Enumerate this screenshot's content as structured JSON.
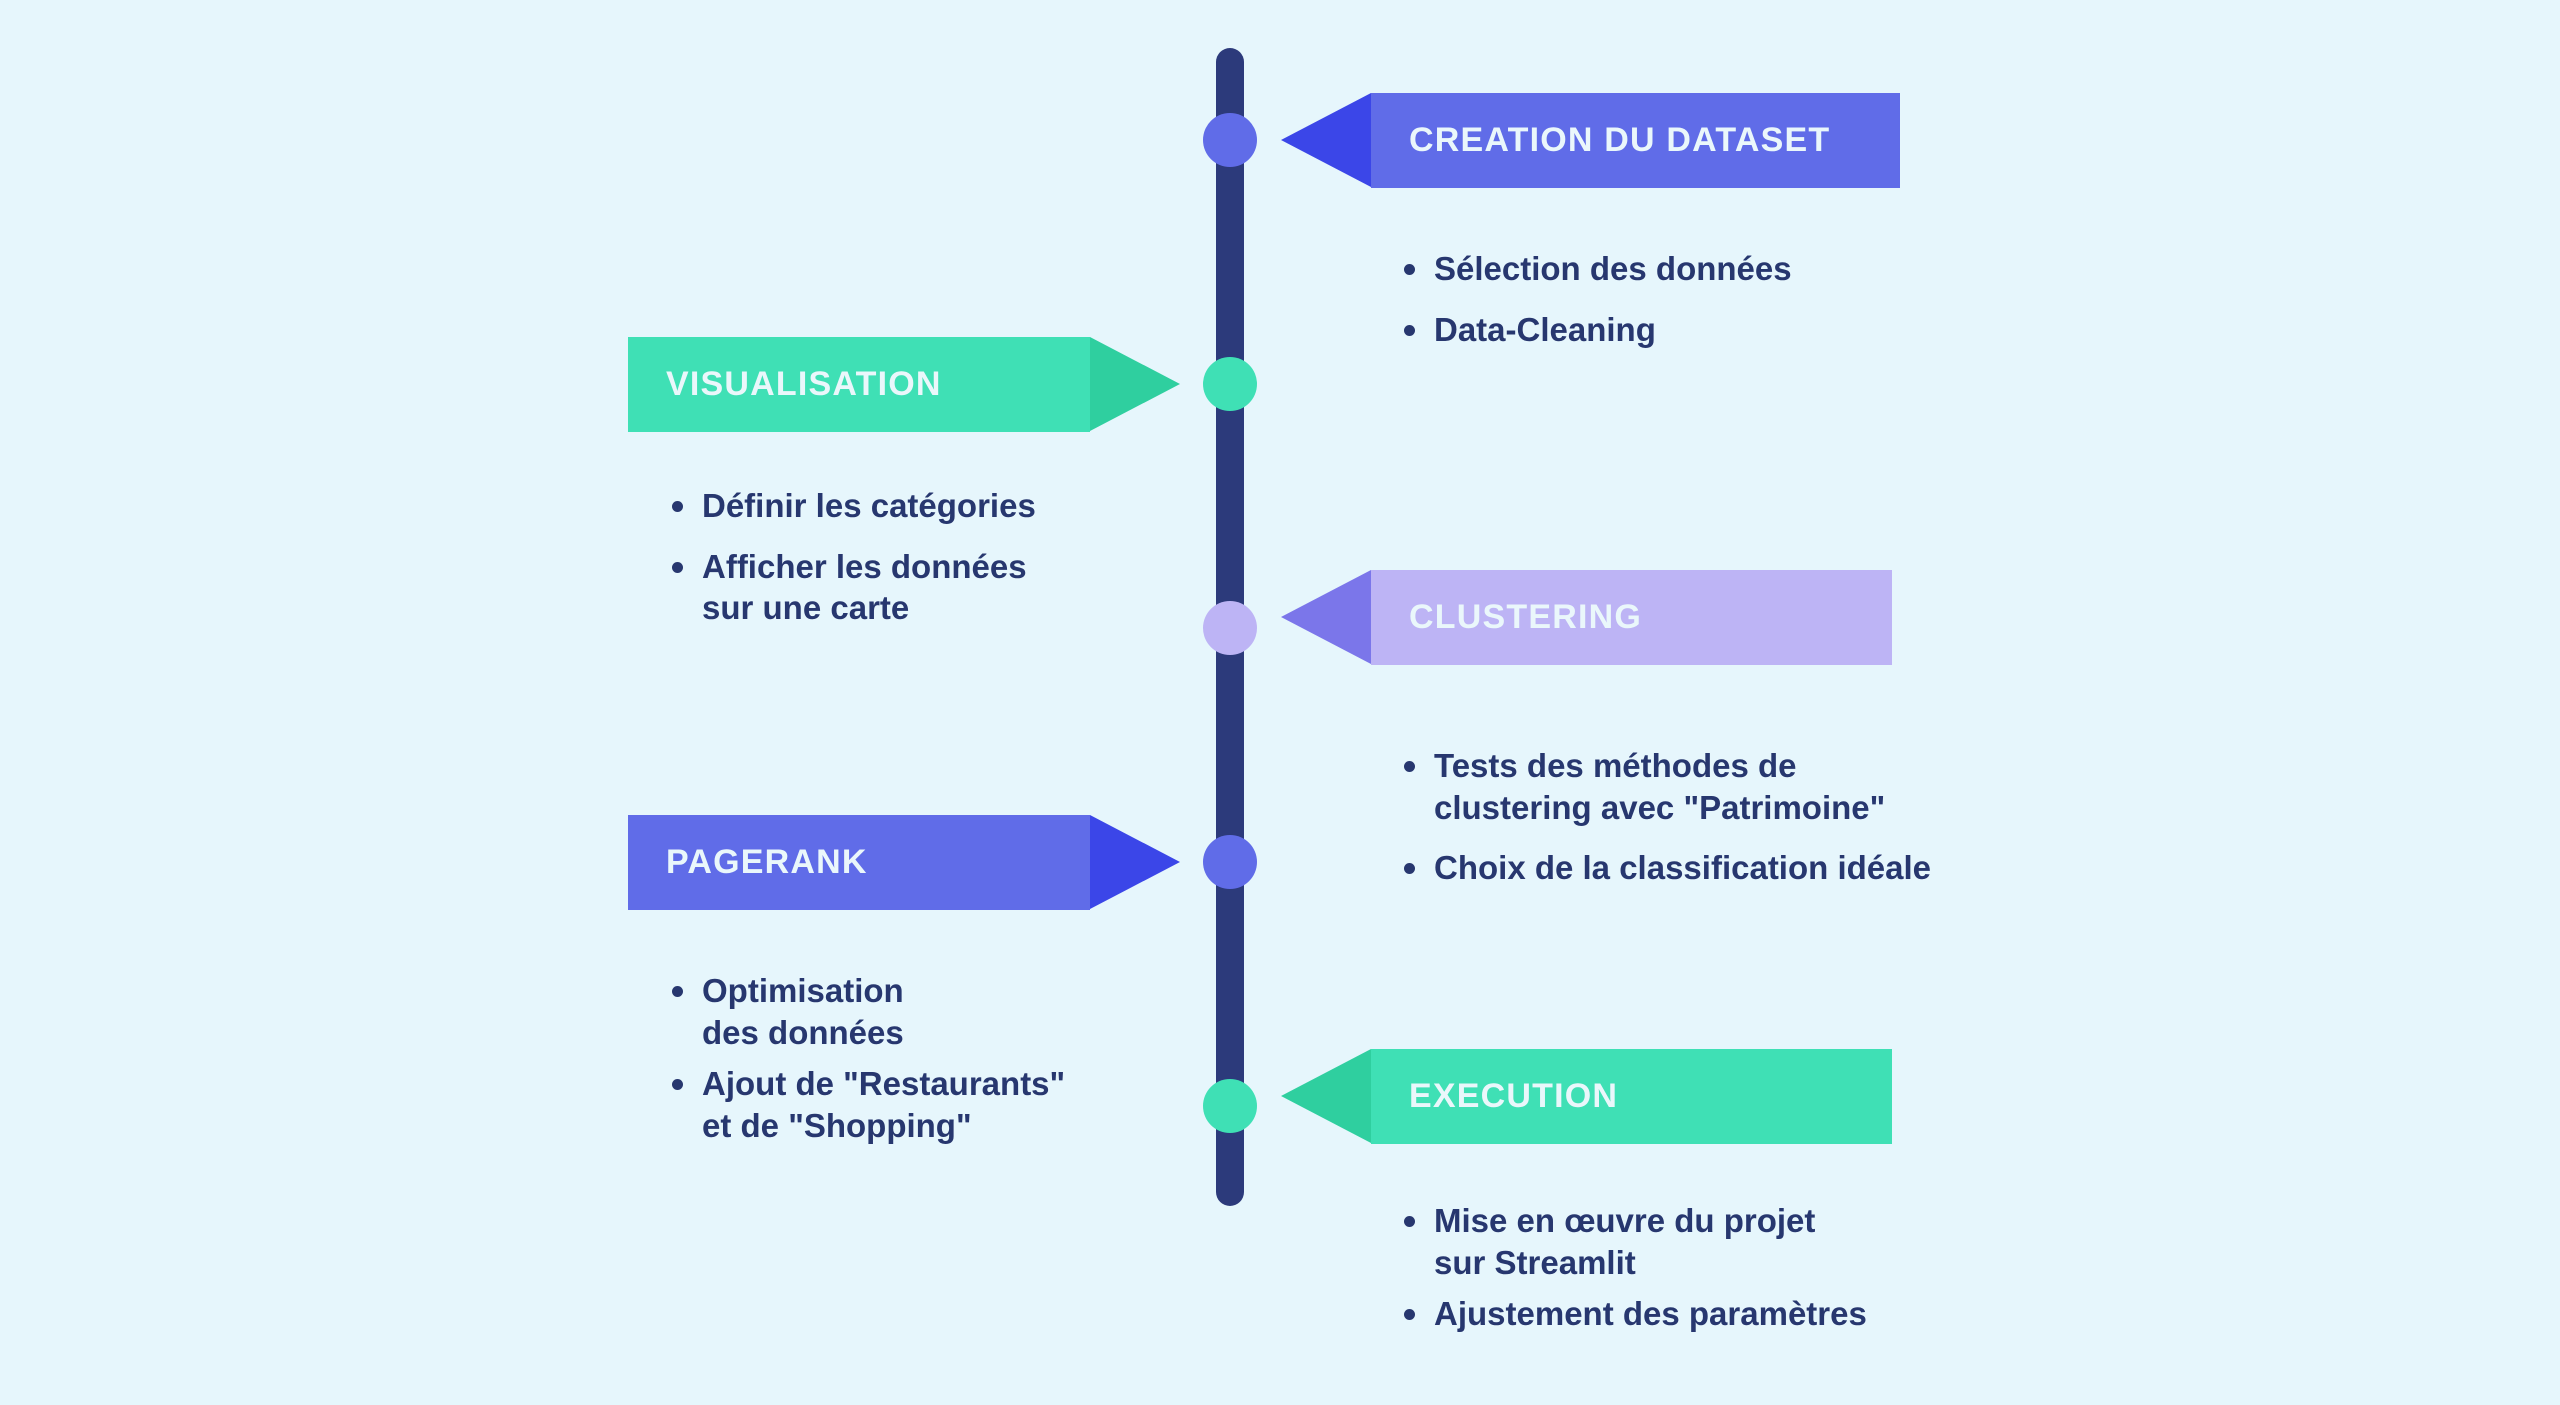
{
  "page": {
    "title": "Timeline - Etapes du projet",
    "background_color": "#e6f6fc",
    "spine_color": "#2c3a7b",
    "bullet_text_color": "#27376f"
  },
  "timeline": {
    "steps": [
      {
        "id": "creation-du-dataset",
        "label": "CREATION DU DATASET",
        "side": "right",
        "body_color": "#606ce8",
        "head_color": "#3b46e8",
        "node_color": "#606ce8",
        "bullets": [
          "Sélection des données",
          "Data-Cleaning"
        ]
      },
      {
        "id": "visualisation",
        "label": "VISUALISATION",
        "side": "left",
        "body_color": "#3fe0b5",
        "head_color": "#2fcf9f",
        "node_color": "#3fe0b5",
        "bullets": [
          "Définir les catégories",
          "Afficher les données\nsur une carte"
        ]
      },
      {
        "id": "clustering",
        "label": "CLUSTERING",
        "side": "right",
        "body_color": "#bdb4f5",
        "head_color": "#7b76ea",
        "node_color": "#bdb4f5",
        "bullets": [
          "Tests des méthodes de\nclustering avec \"Patrimoine\"",
          "Choix de la classification idéale"
        ]
      },
      {
        "id": "pagerank",
        "label": "PAGERANK",
        "side": "left",
        "body_color": "#606ce8",
        "head_color": "#3b46e8",
        "node_color": "#606ce8",
        "bullets": [
          "Optimisation\ndes données",
          "Ajout de \"Restaurants\"\net de \"Shopping\""
        ]
      },
      {
        "id": "execution",
        "label": "EXECUTION",
        "side": "right",
        "body_color": "#3fe0b5",
        "head_color": "#2fcf9f",
        "node_color": "#3fe0b5",
        "bullets": [
          "Mise en œuvre du projet\nsur Streamlit",
          "Ajustement des paramètres"
        ]
      }
    ]
  }
}
